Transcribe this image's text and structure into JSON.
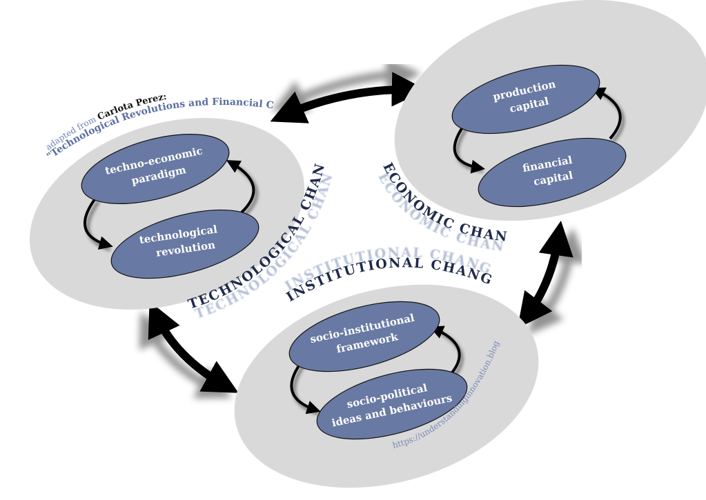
{
  "colors": {
    "background": "#ffffff",
    "cluster_fill": "#d9d9d9",
    "node_fill": "#6879a3",
    "node_text": "#ffffff",
    "label_text": "#1e2a4a",
    "label_ghost": "#b4bfd6",
    "arrow": "#000000",
    "credit_accent": "#5a6ea3"
  },
  "credit": {
    "prefix": "adapted from ",
    "author": "Carlota Perez",
    "colon": ":",
    "title": "\"Technological Revolutions and Financial Capital\""
  },
  "clusters": [
    {
      "id": "technological",
      "label": "TECHNOLOGICAL CHANGE",
      "nodes": [
        {
          "line1": "techno-economic",
          "line2": "paradigm"
        },
        {
          "line1": "technological",
          "line2": "revolution"
        }
      ]
    },
    {
      "id": "economic",
      "label": "ECONOMIC CHANGE",
      "nodes": [
        {
          "line1": "production",
          "line2": "capital"
        },
        {
          "line1": "financial",
          "line2": "capital"
        }
      ]
    },
    {
      "id": "institutional",
      "label": "INSTITUTIONAL CHANGE",
      "nodes": [
        {
          "line1": "socio-institutional",
          "line2": "framework"
        },
        {
          "line1": "socio-political",
          "line2": "ideas and behaviours"
        }
      ]
    }
  ],
  "links": [
    {
      "from": "technological",
      "to": "economic",
      "type": "bidirectional"
    },
    {
      "from": "economic",
      "to": "institutional",
      "type": "bidirectional"
    },
    {
      "from": "institutional",
      "to": "technological",
      "type": "bidirectional"
    }
  ],
  "url": "https://understandinginnovation.blog"
}
